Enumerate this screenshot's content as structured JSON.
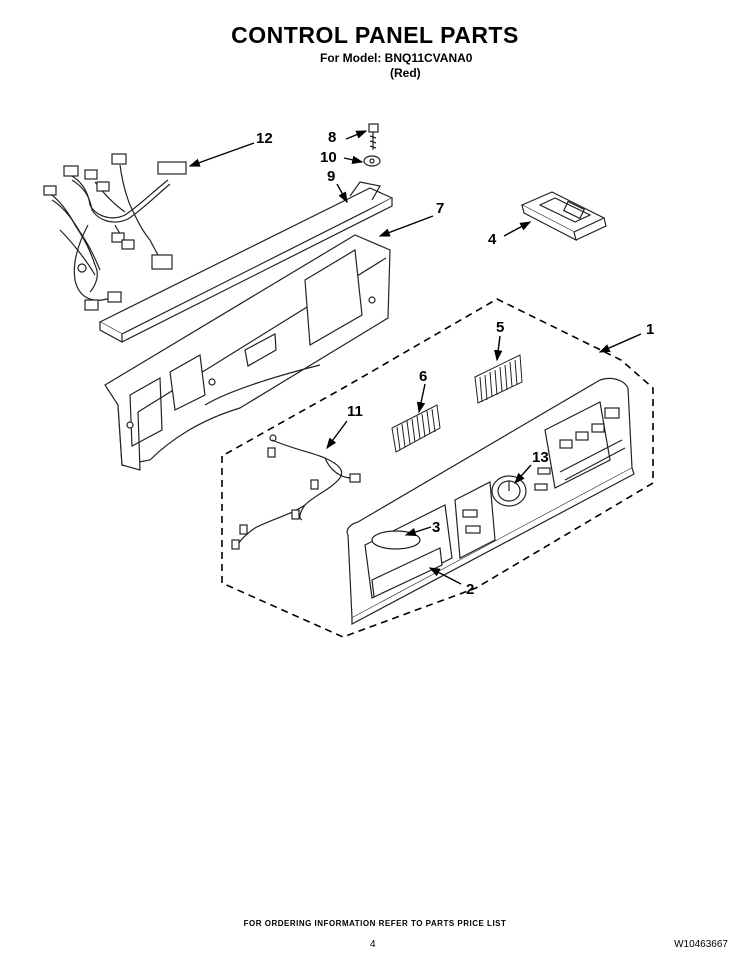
{
  "header": {
    "title": "CONTROL PANEL PARTS",
    "model_line": "For Model: BNQ11CVANA0",
    "color_line": "(Red)"
  },
  "callouts": [
    "1",
    "2",
    "3",
    "4",
    "5",
    "6",
    "7",
    "8",
    "9",
    "10",
    "11",
    "12",
    "13"
  ],
  "footer": {
    "ordering_info": "FOR ORDERING INFORMATION REFER TO PARTS PRICE LIST",
    "page_number": "4",
    "document_number": "W10463667"
  }
}
